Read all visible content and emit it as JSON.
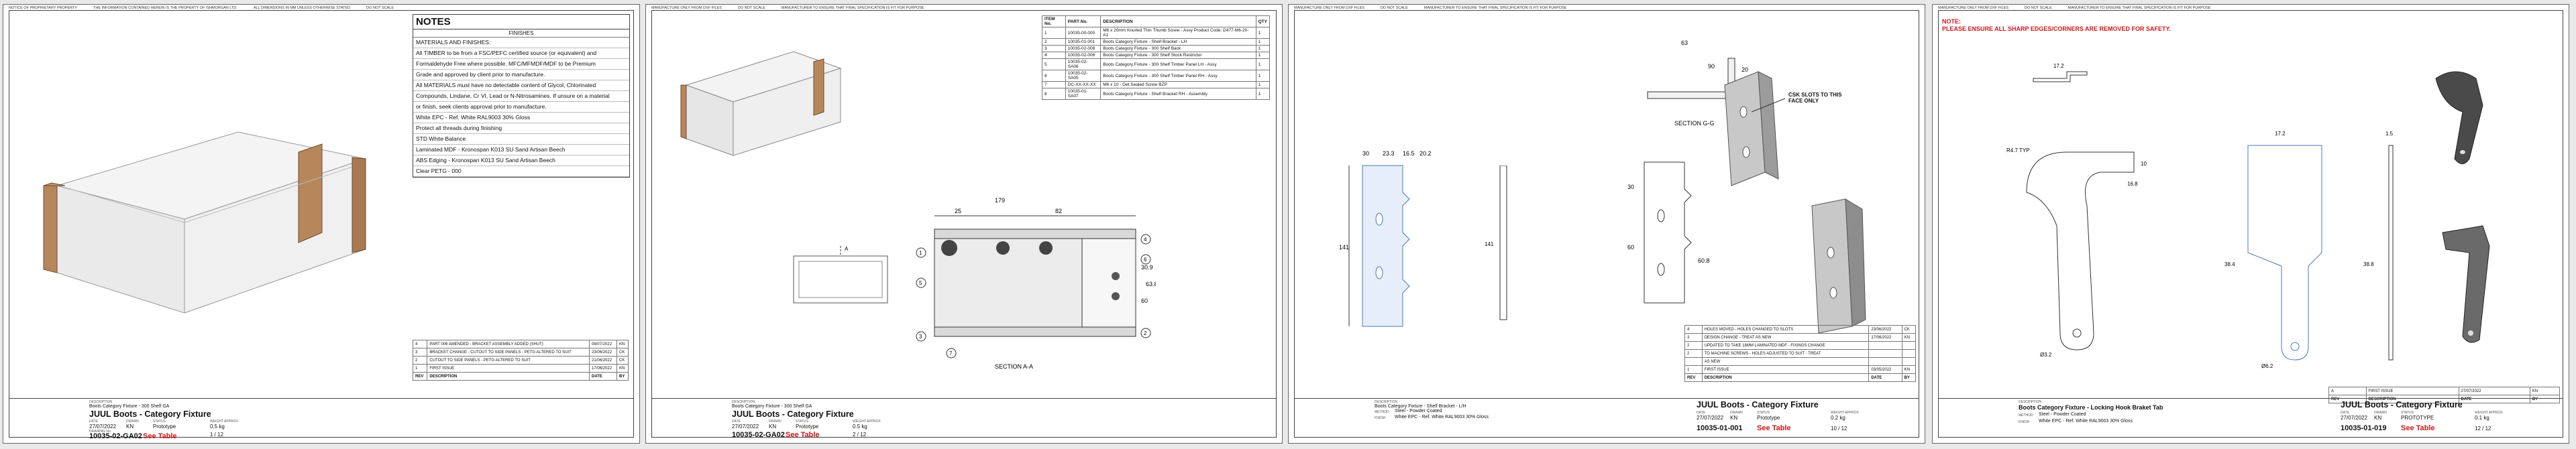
{
  "sheet1": {
    "strip": [
      "NOTICE OF PROPRIETARY PROPERTY",
      "THE INFORMATION CONTAINED HEREIN IS THE PROPERTY OF ISHMORGAN LTD.",
      "ALL DIMENSIONS IN MM UNLESS OTHERWISE STATED",
      "DO NOT SCALE"
    ],
    "notes_title": "NOTES",
    "finishes_title": "FINISHES",
    "notes": [
      "MATERIALS AND FINISHES:",
      "All TIMBER to be from a FSC/PEFC certified source (or equivalent) and",
      "Formaldehyde Free where possible. MFC/MFMDF/MDF to be Premium",
      "Grade and approved by client prior to manufacture.",
      "All MATERIALS must have no detectable content of Glycol, Chlorinated",
      "Compounds, Lindane, Cr VI, Lead or N-Nitrosamines. If unsure on a material",
      "or finish, seek clients approval prior to manufacture.",
      "White EPC - Ref. White RAL9003 30% Gloss",
      "Protect all threads during finishing",
      "STD White Balance",
      "Laminated MDF - Kronospan K013 SU Sand Artisan Beech",
      "ABS Edging - Kronospan K013 SU Sand Artisan Beech",
      "Clear PETG - 000"
    ],
    "revisions": [
      [
        "4",
        "PART 006 AMENDED - BRACKET ASSEMBLY ADDED (SHUT)",
        "08/07/2022",
        "KN"
      ],
      [
        "3",
        "BRACKET CHANGE - CUTOUT TO SIDE PANELS - PETG ALTERED TO SUIT",
        "23/06/2022",
        "CK"
      ],
      [
        "2",
        "CUTOUT TO SIDE PANELS - PETG ALTERED TO SUIT",
        "21/06/2022",
        "CK"
      ],
      [
        "1",
        "FIRST ISSUE",
        "17/06/2022",
        "KN"
      ]
    ],
    "rev_head": [
      "REV",
      "DESCRIPTION",
      "DATE",
      "BY"
    ],
    "desc_small": "Boots Category Fixture - 300 Shelf GA",
    "title": "JUUL Boots - Category Fixture",
    "date": "27/07/2022",
    "drawn": "KN",
    "status": "Prototype",
    "weight": "0.5 kg",
    "drawing_no": "10035-02-GA02",
    "material": "See Table",
    "sheet": "1 / 12"
  },
  "sheet2": {
    "strip": [
      "MANUFACTURE ONLY FROM DXF FILES",
      "DO NOT SCALE",
      "MANUFACTURER TO ENSURE THAT FINAL SPECIFICATION IS FIT FOR PURPOSE"
    ],
    "parts_head": [
      "ITEM No.",
      "PART No.",
      "DESCRIPTION",
      "QTY"
    ],
    "parts": [
      [
        "1",
        "10035-00-000",
        "M6 x 20mm Knurled Thin Thumb Screw - Assy Product Code: D477-M6-20-A1",
        "1"
      ],
      [
        "2",
        "10035-01-001",
        "Boots Category Fixture - Shelf Bracket - LH",
        "1"
      ],
      [
        "3",
        "10035-02-008",
        "Boots Category Fixture - 300 Shelf Back",
        "1"
      ],
      [
        "4",
        "10035-02-006",
        "Boots Category Fixture - 300 Shelf Stock Restrictor",
        "1"
      ],
      [
        "5",
        "10035-02-SA06",
        "Boots Category Fixture - 300 Shelf Timber Panel LH - Assy",
        "1"
      ],
      [
        "6",
        "10035-02-SA05",
        "Boots Category Fixture - 300 Shelf Timber Panel RH - Assy",
        "1"
      ],
      [
        "7",
        "DC-XX-XX-XX",
        "M6 x 10 - Get Sealed Screw BZP",
        "1"
      ],
      [
        "8",
        "10035-01-SA07",
        "Boots Category Fixture - Shelf Bracket RH - Assembly",
        "1"
      ]
    ],
    "dims": [
      "179",
      "82",
      "25",
      "30.9",
      "60",
      "63.8"
    ],
    "section_label": "SECTION A-A",
    "desc_small": "Boots Category Fixture - 300 Shelf GA",
    "title": "JUUL Boots - Category Fixture",
    "date": "27/07/2022",
    "drawn": "KN",
    "status": "Prototype",
    "weight": "0.5 kg",
    "drawing_no": "10035-02-GA02",
    "material": "See Table",
    "sheet": "2 / 12"
  },
  "sheet3": {
    "strip": [
      "MANUFACTURE ONLY FROM DXF FILES",
      "DO NOT SCALE",
      "MANUFACTURER TO ENSURE THAT FINAL SPECIFICATION IS FIT FOR PURPOSE"
    ],
    "dims": [
      "30",
      "23.3",
      "16.5",
      "20.2",
      "141",
      "63",
      "20",
      "90",
      "30",
      "60",
      "60.8"
    ],
    "section_label": "SECTION G-G",
    "csk_note": "CSK SLOTS TO THIS FACE ONLY",
    "revisions": [
      [
        "4",
        "HOLES MOVED - HOLES CHANGED TO SLOTS",
        "23/06/2022",
        "CK"
      ],
      [
        "3",
        "DESIGN CHANGE - TREAT AS NEW",
        "17/06/2022",
        "KN"
      ],
      [
        "2",
        "UPDATED TO TAKE 18MM LAMINATED MDF - FIXINGS CHANGE",
        "",
        ""
      ],
      [
        "2",
        "TO MACHINE SCREWS - HOLES ADJUSTED TO SUIT - TREAT",
        "",
        ""
      ],
      [
        "",
        "AS NEW",
        "",
        ""
      ],
      [
        "1",
        "FIRST ISSUE",
        "03/05/2022",
        "KN"
      ]
    ],
    "desc_small": "Boots Category Fixture - Shelf Bracket - L/H",
    "method": "Steel - Powder Coated",
    "finish": "White EPC - Ref. White RAL9003 30% Gloss",
    "title": "JUUL Boots - Category Fixture",
    "date": "27/07/2022",
    "drawn": "KN",
    "status": "Prototype",
    "weight": "0.2 kg",
    "drawing_no": "10035-01-001",
    "material": "See Table",
    "sheet": "10 / 12"
  },
  "sheet4": {
    "strip": [
      "MANUFACTURE ONLY FROM DXF FILES",
      "DO NOT SCALE",
      "MANUFACTURER TO ENSURE THAT FINAL SPECIFICATION IS FIT FOR PURPOSE"
    ],
    "note_title": "NOTE:",
    "note": "PLEASE ENSURE ALL SHARP EDGES/CORNERS ARE REMOVED FOR SAFETY.",
    "dims": [
      "17.2",
      "R4.7 TYP",
      "10",
      "1.5",
      "16.8",
      "17.2",
      "38.4",
      "38.8",
      "Ø3.2",
      "Ø6.2"
    ],
    "revisions": [
      [
        "A",
        "FIRST ISSUE",
        "27/07/2022",
        "KN"
      ]
    ],
    "desc_small": "Boots Category Fixture - Locking Hook Braket Tab",
    "method": "Steel - Powder Coated",
    "finish": "White EPC - Ref. White RAL9003 30% Gloss",
    "title": "JUUL Boots - Category Fixture",
    "date": "27/07/2022",
    "drawn": "KN",
    "status": "PROTOTYPE",
    "weight": "0.1 kg",
    "drawing_no": "10035-01-019",
    "material": "See Table",
    "sheet": "12 / 12"
  },
  "labels": {
    "description": "DESCRIPTION",
    "method": "METHOD",
    "finish": "FINISH",
    "date": "DATE",
    "drawn": "DRAWN",
    "status": "STATUS",
    "weight": "WEIGHT APPROX",
    "drawing_no": "DRAWING No.",
    "material": "MATERIAL",
    "sheet": "SHEET"
  }
}
